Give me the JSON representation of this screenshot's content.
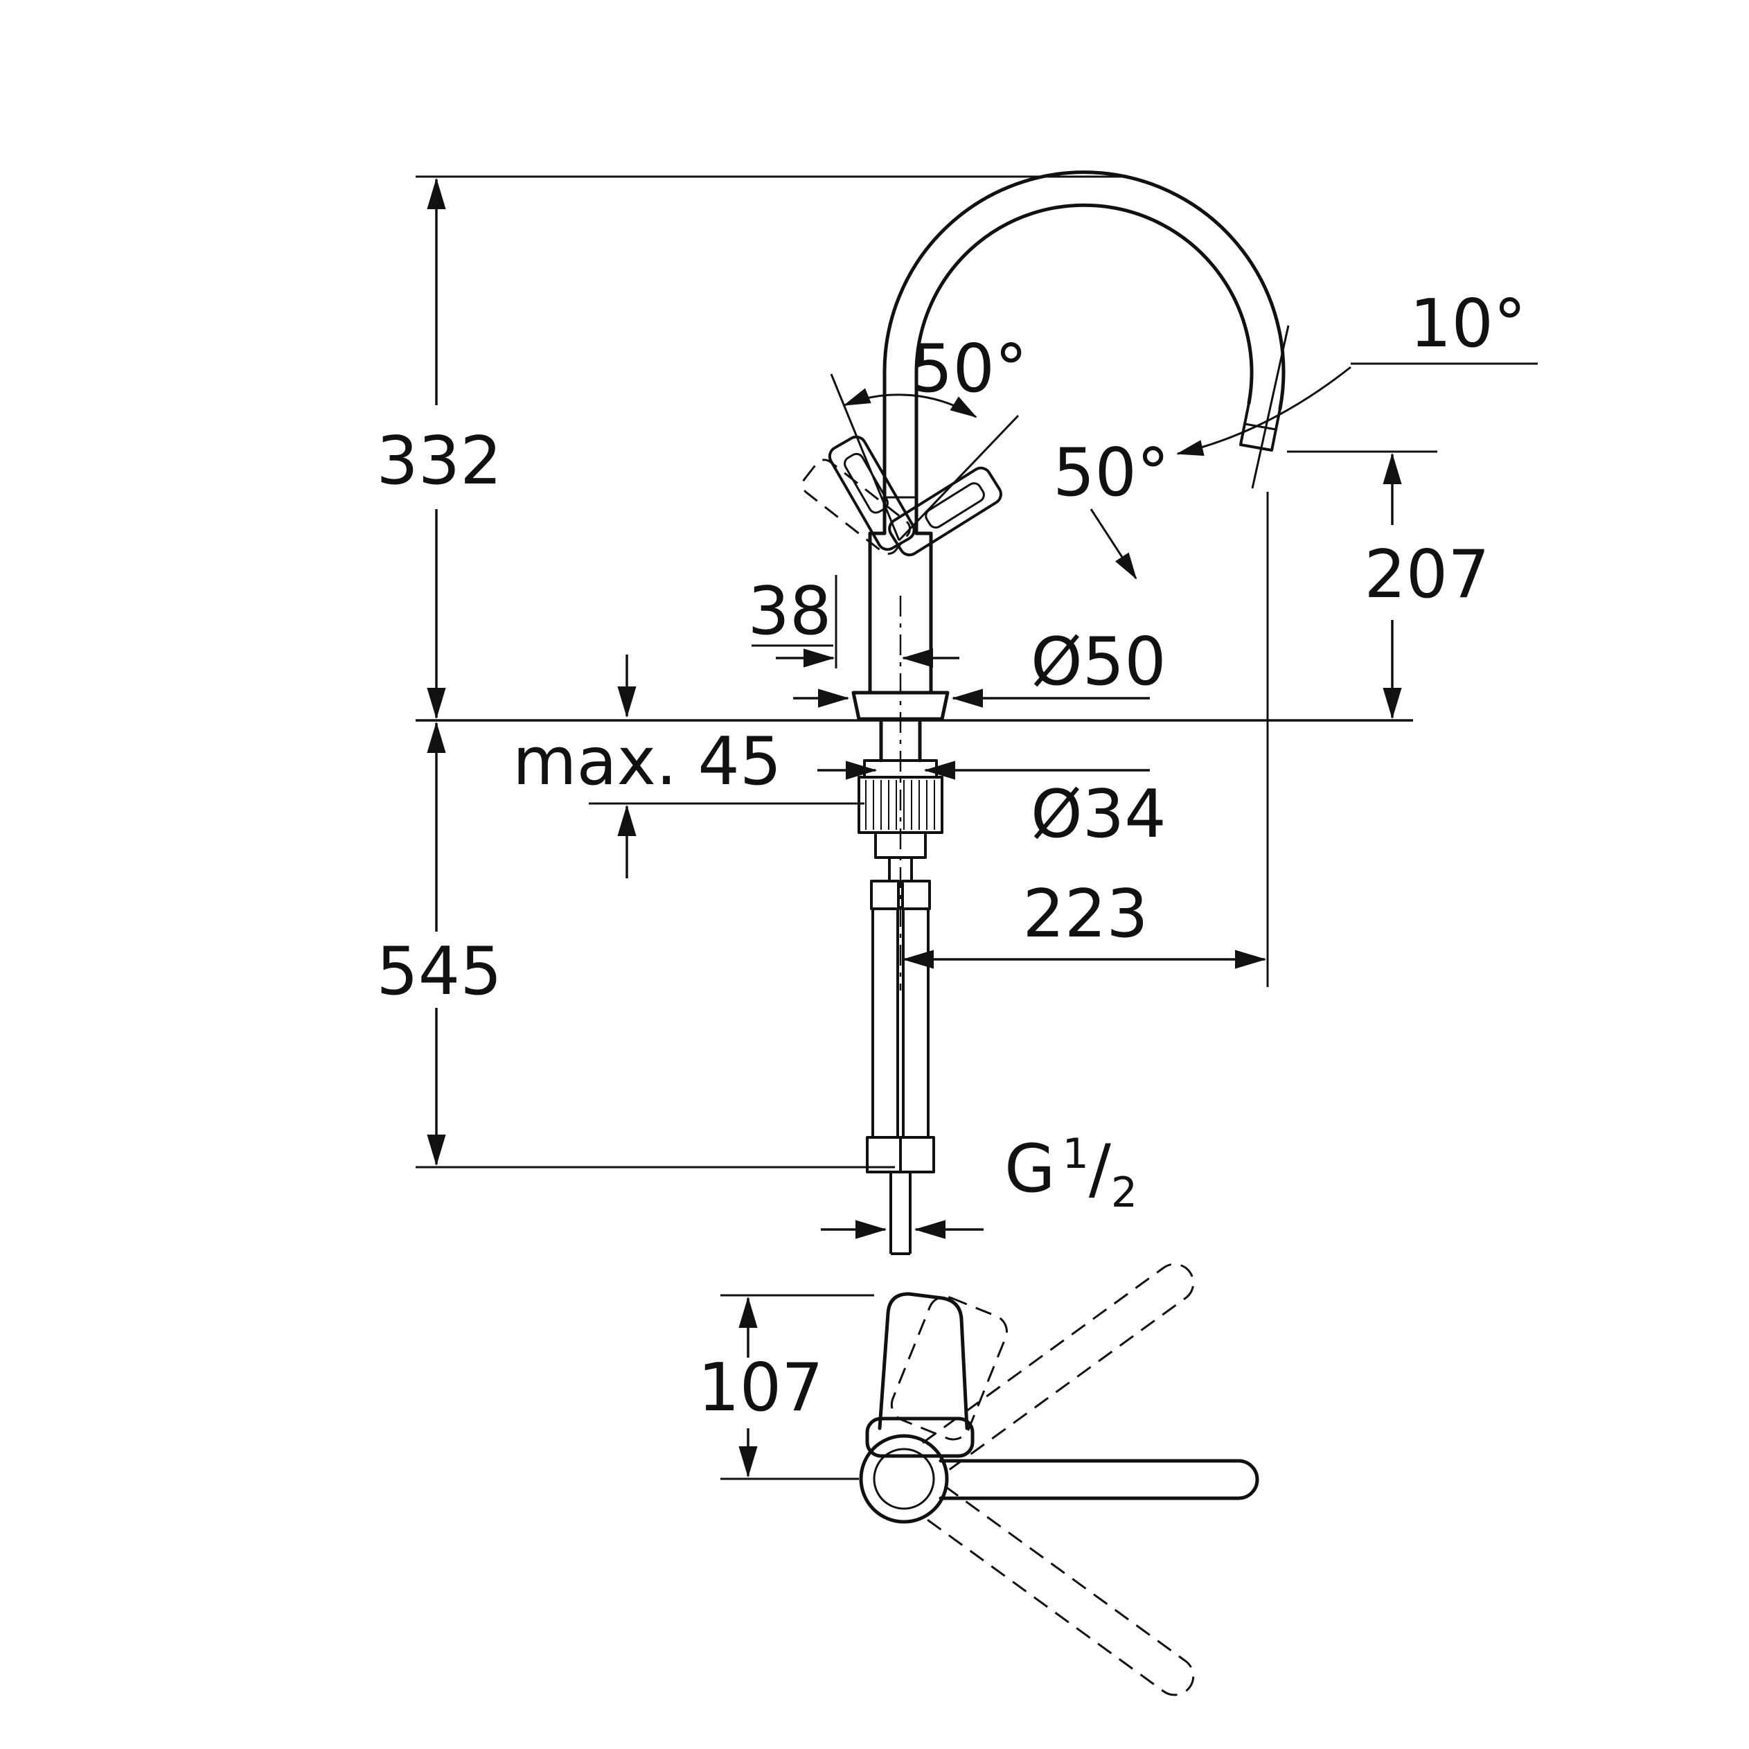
{
  "drawing": {
    "type": "technical-dimension-drawing",
    "subject": "single-lever kitchen faucet with high C-spout, front view and swivel top view",
    "colors": {
      "line": "#111111",
      "background": "#ffffff"
    }
  },
  "labels": {
    "height_above_deck": "332",
    "height_below_deck": "545",
    "spout_height": "207",
    "lever_angle_left": "50°",
    "lever_angle_right": "50°",
    "outlet_angle": "10°",
    "handle_width": "38",
    "base_diameter": "Ø50",
    "mounting_hole_diameter": "Ø34",
    "max_counter_thickness": "max. 45",
    "spout_reach": "223",
    "thread_prefix": "G",
    "thread_numerator": "1",
    "thread_slash": "/",
    "thread_denominator": "2",
    "handle_clearance": "107"
  }
}
